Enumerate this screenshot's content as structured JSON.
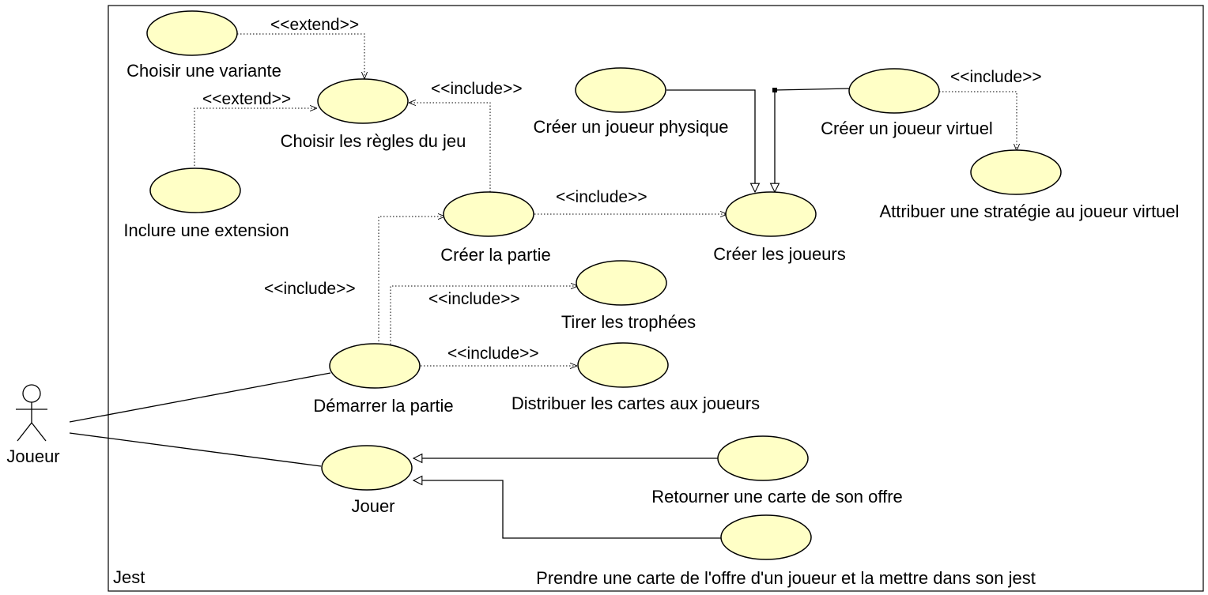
{
  "system": {
    "name": "Jest"
  },
  "actor": {
    "name": "Joueur"
  },
  "use_cases": {
    "choisir_variante": "Choisir une variante",
    "choisir_regles": "Choisir les règles du jeu",
    "inclure_extension": "Inclure une extension",
    "creer_joueur_physique": "Créer un joueur physique",
    "creer_joueur_virtuel": "Créer un joueur virtuel",
    "attribuer_strategie": "Attribuer une stratégie au joueur virtuel",
    "creer_partie": "Créer la partie",
    "creer_joueurs": "Créer les joueurs",
    "tirer_trophees": "Tirer les trophées",
    "demarrer_partie": "Démarrer la partie",
    "distribuer_cartes": "Distribuer les cartes aux joueurs",
    "jouer": "Jouer",
    "retourner_carte": "Retourner une carte de son offre",
    "prendre_carte": "Prendre une carte de l'offre d'un joueur et la mettre dans son jest"
  },
  "stereotypes": {
    "variante_extend": "<<extend>>",
    "extension_extend": "<<extend>>",
    "partie_include_regles": "<<include>>",
    "partie_include_joueurs": "<<include>>",
    "virtuel_include_strategie": "<<include>>",
    "demarrer_include_partie": "<<include>>",
    "demarrer_include_trophees": "<<include>>",
    "demarrer_include_cartes": "<<include>>"
  }
}
